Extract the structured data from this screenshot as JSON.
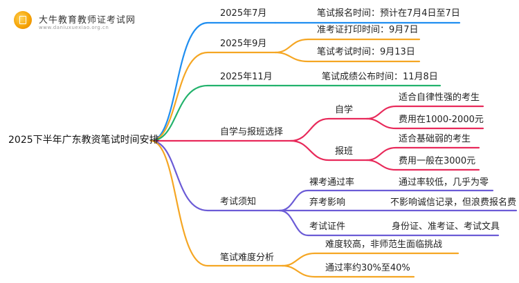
{
  "logo": {
    "name": "大牛教育教师证考试网",
    "url": "www.daniuxuexiao.org.cn"
  },
  "root": "2025下半年广东教资笔试时间安排",
  "branches": {
    "b1": {
      "label": "2025年7月",
      "items": [
        "笔试报名时间：预计在7月4日至7日"
      ]
    },
    "b2": {
      "label": "2025年9月",
      "items": [
        "准考证打印时间：9月7日",
        "笔试考试时间：9月13日"
      ]
    },
    "b3": {
      "label": "2025年11月",
      "items": [
        "笔试成绩公布时间：11月8日"
      ]
    },
    "b4": {
      "label": "自学与报班选择",
      "sub1": {
        "label": "自学",
        "items": [
          "适合自律性强的考生",
          "费用在1000-2000元"
        ]
      },
      "sub2": {
        "label": "报班",
        "items": [
          "适合基础弱的考生",
          "费用一般在3000元"
        ]
      }
    },
    "b5": {
      "label": "考试须知",
      "rows": [
        {
          "k": "裸考通过率",
          "v": "通过率较低，几乎为零"
        },
        {
          "k": "弃考影响",
          "v": "不影响诚信记录，但浪费报名费"
        },
        {
          "k": "考试证件",
          "v": "身份证、准考证、考试文具"
        }
      ]
    },
    "b6": {
      "label": "笔试难度分析",
      "items": [
        "难度较高，非师范生面临挑战",
        "通过率约30%至40%"
      ]
    }
  },
  "colors": {
    "blue": "#1f8ef0",
    "orange": "#f5a623",
    "green": "#22b26c",
    "red": "#e8295a",
    "purple": "#6b5bd6"
  }
}
